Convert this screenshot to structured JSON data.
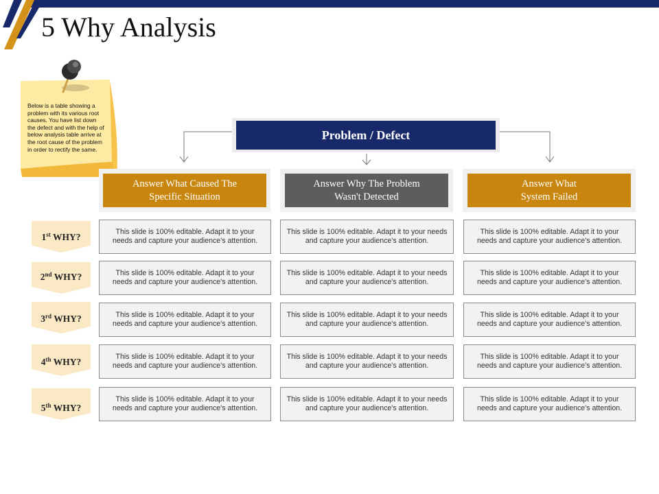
{
  "slide": {
    "title": "5 Why Analysis"
  },
  "note": {
    "text": "Below is a table showing a problem with its various root causes. You have list down the defect and with the help of below analysis table arrive at the root cause of the problem in order to rectify the same."
  },
  "problem": {
    "label": "Problem / Defect"
  },
  "columns": [
    {
      "label": "Answer What Caused The\nSpecific Situation",
      "color": "#c8860f"
    },
    {
      "label": "Answer Why The Problem\nWasn't Detected",
      "color": "#5d5d5d"
    },
    {
      "label": "Answer What\nSystem Failed",
      "color": "#c8860f"
    }
  ],
  "whys": [
    {
      "num": "1",
      "suffix": "st",
      "word": "WHY?"
    },
    {
      "num": "2",
      "suffix": "nd",
      "word": "WHY?"
    },
    {
      "num": "3",
      "suffix": "rd",
      "word": "WHY?"
    },
    {
      "num": "4",
      "suffix": "th",
      "word": "WHY?"
    },
    {
      "num": "5",
      "suffix": "th",
      "word": "WHY?"
    }
  ],
  "cells": [
    [
      "This slide is 100% editable. Adapt it to your needs and capture your audience's attention.",
      "This slide is 100% editable. Adapt it to your needs and capture your audience's attention.",
      "This slide is 100% editable. Adapt it to your needs and capture your audience's attention."
    ],
    [
      "This slide is 100% editable. Adapt it to your needs and capture your audience's attention.",
      "This slide is 100% editable. Adapt it to your needs and capture your audience's attention.",
      "This slide is 100% editable. Adapt it to your needs and capture your audience's attention."
    ],
    [
      "This slide is 100% editable. Adapt it to your needs and capture your audience's attention.",
      "This slide is 100% editable. Adapt it to your needs and capture your audience's attention.",
      "This slide is 100% editable. Adapt it to your needs and capture your audience's attention."
    ],
    [
      "This slide is 100% editable. Adapt it to your needs and capture your audience's attention.",
      "This slide is 100% editable. Adapt it to your needs and capture your audience's attention.",
      "This slide is 100% editable. Adapt it to your needs and capture your audience's attention."
    ],
    [
      "This slide is 100% editable. Adapt it to your needs and capture your audience's attention.",
      "This slide is 100% editable. Adapt it to your needs and capture your audience's attention.",
      "This slide is 100% editable. Adapt it to your needs and capture your audience's attention."
    ]
  ],
  "colors": {
    "navy": "#17296a",
    "gold": "#c8860f",
    "gray": "#5d5d5d",
    "note": "#ffe9a0",
    "tag": "#fbe9c5"
  }
}
